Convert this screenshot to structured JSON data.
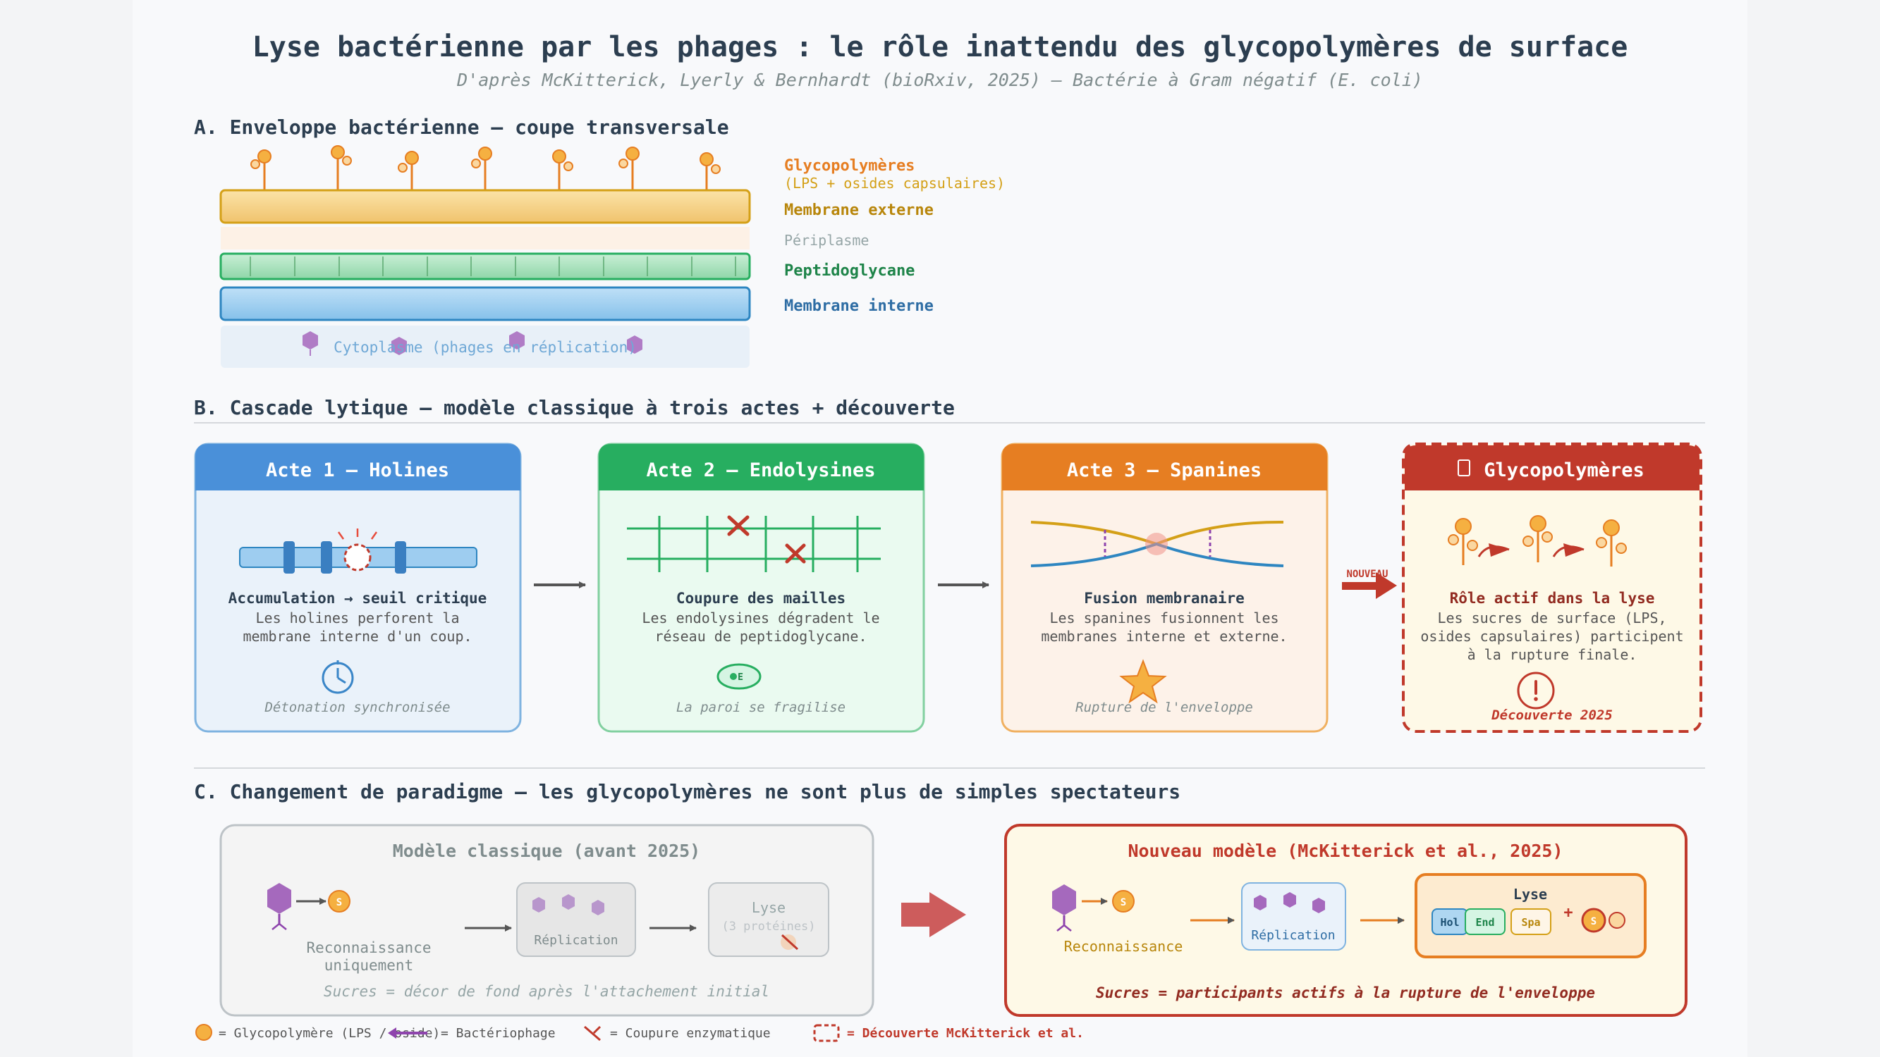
{
  "title": "Lyse bactérienne par les phages : le rôle inattendu des glycopolymères de surface",
  "subtitle": "D'après McKitterick, Lyerly & Bernhardt (bioRxiv, 2025) — Bactérie à Gram négatif (E. coli)",
  "sectionA": {
    "heading": "A. Enveloppe bactérienne — coupe transversale",
    "labels": {
      "glyco": "Glycopolymères",
      "glyco_sub": "(LPS + osides capsulaires)",
      "outer": "Membrane externe",
      "peri": "Périplasme",
      "pg": "Peptidoglycane",
      "inner": "Membrane interne",
      "cyto": "Cytoplasme (phages en réplication)"
    }
  },
  "sectionB": {
    "heading": "B. Cascade lytique — modèle classique à trois actes + découverte",
    "new_tag": "NOUVEAU",
    "cards": [
      {
        "title": "Acte 1 — Holines",
        "subtitle": "Accumulation → seuil critique",
        "line1": "Les holines perforent la",
        "line2": "membrane interne d'un coup.",
        "line3": "",
        "caption": "Détonation synchronisée"
      },
      {
        "title": "Acte 2 — Endolysines",
        "subtitle": "Coupure des mailles",
        "line1": "Les endolysines dégradent le",
        "line2": "réseau de peptidoglycane.",
        "line3": "",
        "caption": "La paroi se fragilise"
      },
      {
        "title": "Acte 3 — Spanines",
        "subtitle": "Fusion membranaire",
        "line1": "Les spanines fusionnent les",
        "line2": "membranes interne et externe.",
        "line3": "",
        "caption": "Rupture de l'enveloppe"
      },
      {
        "title": "Glycopolymères",
        "subtitle": "Rôle actif dans la lyse",
        "line1": "Les sucres de surface (LPS,",
        "line2": "osides capsulaires) participent",
        "line3": "à la rupture finale.",
        "caption": "Découverte 2025"
      }
    ]
  },
  "sectionC": {
    "heading": "C. Changement de paradigme — les glycopolymères ne sont plus de simples spectateurs",
    "classic": {
      "title": "Modèle classique (avant 2025)",
      "recog1": "Reconnaissance",
      "recog2": "uniquement",
      "replication": "Réplication",
      "lysis": "Lyse",
      "lysis_sub": "(3 protéines)",
      "footer": "Sucres = décor de fond après l'attachement initial"
    },
    "new": {
      "title": "Nouveau modèle (McKitterick et al., 2025)",
      "recog": "Reconnaissance",
      "replication": "Réplication",
      "lysis": "Lyse",
      "hol": "Hol",
      "end": "End",
      "spa": "Spa",
      "plus": "+",
      "footer": "Sucres = participants actifs à la rupture de l'enveloppe"
    },
    "sugar_mark": "S",
    "endo_mark": "E"
  },
  "legend": {
    "glyco": "= Glycopolymère (LPS / oside)",
    "phage": "= Bactériophage",
    "cut": "= Coupure enzymatique",
    "discovery": "= Découverte McKitterick et al."
  },
  "colors": {
    "title": "#2c3e50",
    "orange": "#e67e22",
    "gold": "#b8860b",
    "green": "#1e8449",
    "blue": "#2e6da4",
    "red": "#c0392b",
    "purple": "#a569bd",
    "grey": "#7f8c8d"
  }
}
